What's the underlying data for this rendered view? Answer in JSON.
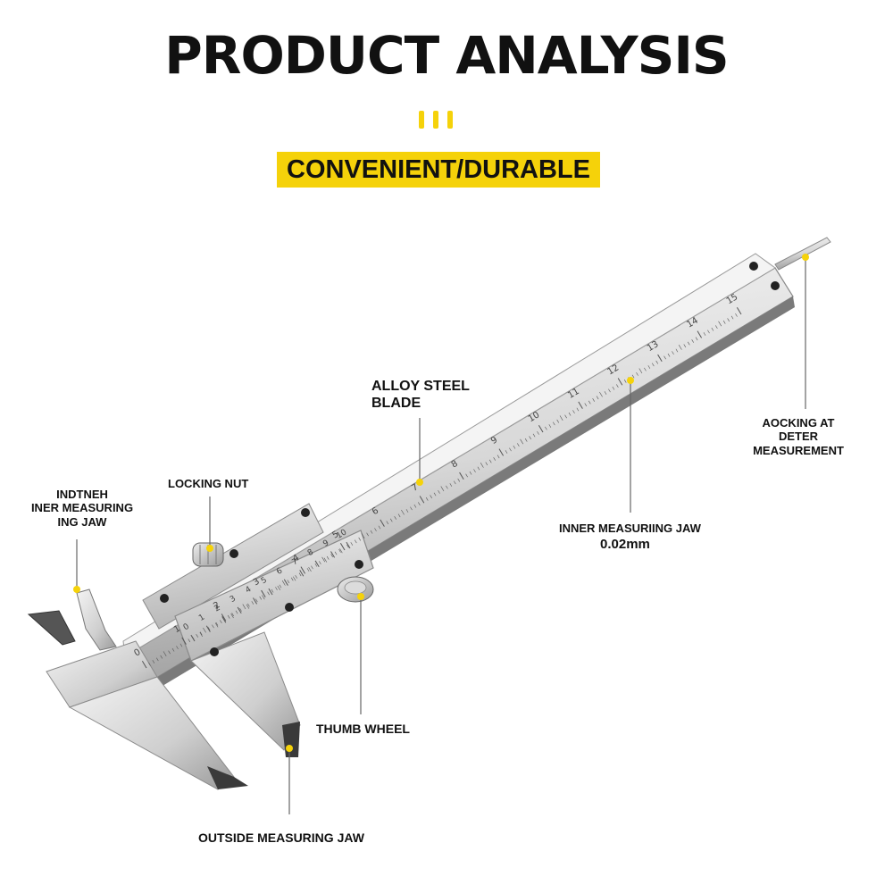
{
  "header": {
    "title": "PRODUCT ANALYSIS",
    "subtitle": "CONVENIENT/DURABLE"
  },
  "colors": {
    "accent": "#f5d20a",
    "text": "#111111",
    "leader_line": "#666666",
    "steel_light": "#eeeeee",
    "steel_mid": "#c9c9c9",
    "steel_dark": "#8a8a8a"
  },
  "labels": {
    "alloy_steel_blade": [
      "ALLOY STEEL",
      "BLADE"
    ],
    "locking_nut": [
      "LOCKING NUT"
    ],
    "inner_jaw_left": [
      "INDTNEH",
      "INER MEASURING",
      "ING JAW"
    ],
    "locking_measurement": [
      "AOCKING AT",
      "DETER",
      "MEASUREMENT"
    ],
    "inner_jaw_right": [
      "INNER MEASURIING JAW",
      "0.02mm"
    ],
    "thumb_wheel": [
      "THUMB WHEEL"
    ],
    "outside_jaw": [
      "OUTSIDE MEASURING JAW"
    ]
  },
  "scale": {
    "beam_numbers": [
      "0",
      "1",
      "2",
      "3",
      "4",
      "5",
      "6",
      "7",
      "8",
      "9",
      "10",
      "11",
      "12",
      "13",
      "14",
      "15"
    ],
    "vernier_numbers": [
      "0",
      "1",
      "2",
      "3",
      "4",
      "5",
      "6",
      "7",
      "8",
      "9",
      "10"
    ]
  },
  "icons": {
    "callout_dot": "yellow-dot-marker",
    "decorative_ticks": "yellow-tick-marks"
  }
}
